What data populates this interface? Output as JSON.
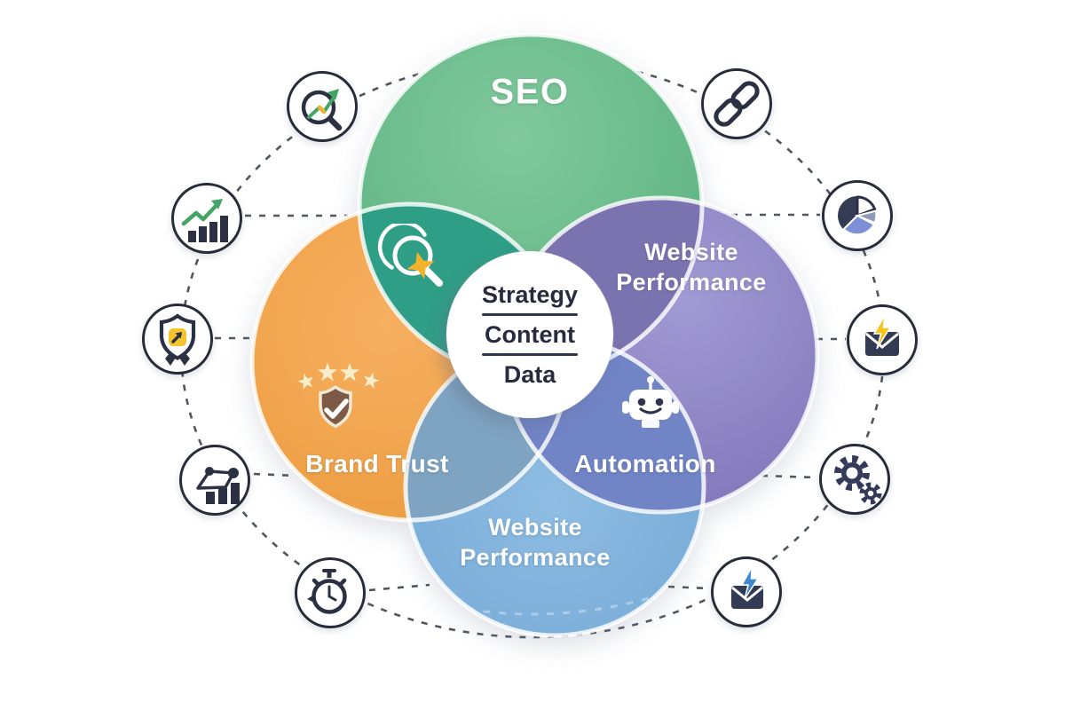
{
  "venn": {
    "circles": {
      "top": {
        "label": "SEO",
        "color": "#63b787"
      },
      "right": {
        "label": "Website Performance",
        "color": "#8e84c4"
      },
      "left": {
        "label": "Brand Trust",
        "color": "#f1a44c"
      },
      "bottom": {
        "label": "Website Performance",
        "color": "#7fb0da"
      }
    },
    "overlap_label": "Automation",
    "center_circle": {
      "items": [
        "Strategy",
        "Content",
        "Data"
      ]
    }
  },
  "palette": {
    "teal_overlap": "#2f9e86",
    "green_purple_overlap": "#7b73b0",
    "purple_blue_overlap": "#7184c6",
    "orange_blue_overlap": "#7ea4c2",
    "orange_purple_overlap": "#9a8fbd",
    "icon_ink": "#2b3143",
    "accent_green": "#43a563",
    "accent_yellow": "#f5c32e",
    "accent_blue": "#3d87d3",
    "shield_brown": "#7d5a45",
    "dash_line": "#50565f"
  },
  "icons": {
    "inner": [
      "search-cursor-icon",
      "rating-stars-shield-icon",
      "robot-icon"
    ],
    "ring": [
      "search-analytics-icon",
      "link-icon",
      "growth-chart-icon",
      "pie-chart-icon",
      "badge-shield-icon",
      "email-lightning-icon",
      "network-chart-icon",
      "gears-icon",
      "stopwatch-icon",
      "email-send-icon"
    ]
  }
}
